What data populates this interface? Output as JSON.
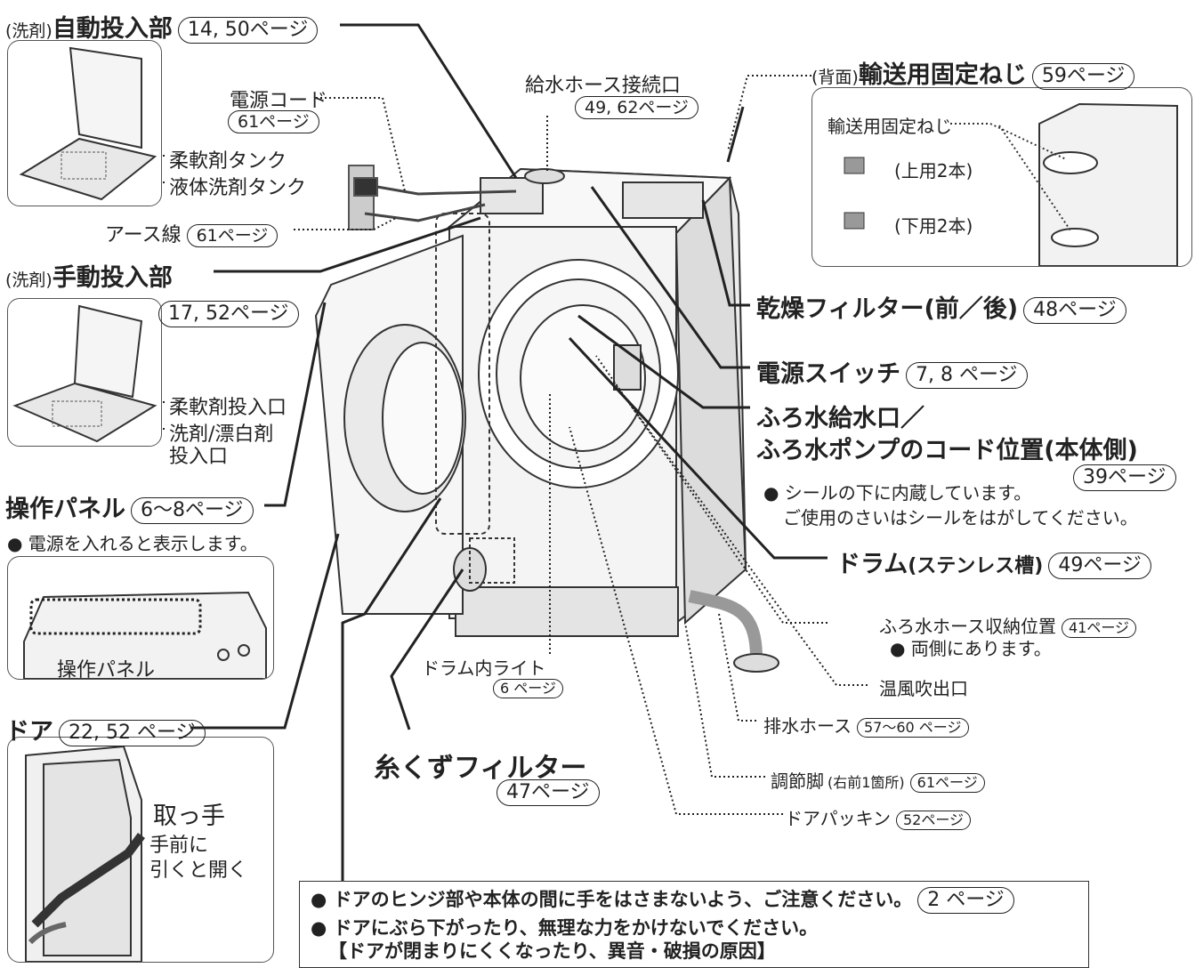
{
  "labels": {
    "auto_dispenser": {
      "prefix": "(洗剤)",
      "title": "自動投入部",
      "ref": "14, 50ページ"
    },
    "auto_softener": "柔軟剤タンク",
    "auto_liquid": "液体洗剤タンク",
    "power_cord": {
      "title": "電源コード",
      "ref": "61ページ"
    },
    "earth_wire": {
      "title": "アース線",
      "ref": "61ページ"
    },
    "water_inlet": {
      "title": "給水ホース接続口",
      "ref": "49, 62ページ"
    },
    "transport_screw": {
      "prefix": "(背面)",
      "title": "輸送用固定ねじ",
      "ref": "59ページ"
    },
    "transport_inner": {
      "title": "輸送用固定ねじ",
      "upper": "(上用2本)",
      "lower": "(下用2本)"
    },
    "manual_dispenser": {
      "prefix": "(洗剤)",
      "title": "手動投入部",
      "ref": "17, 52ページ"
    },
    "manual_softener": "柔軟剤投入口",
    "manual_detergent_1": "洗剤/漂白剤",
    "manual_detergent_2": "投入口",
    "control_panel": {
      "title": "操作パネル",
      "ref": "6〜8ページ",
      "note": "● 電源を入れると表示します。",
      "inset_label": "操作パネル"
    },
    "door": {
      "title": "ドア",
      "ref": "22, 52 ページ",
      "handle": "取っ手",
      "open_1": "手前に",
      "open_2": "引くと開く"
    },
    "dry_filter": {
      "title": "乾燥フィルター(前／後)",
      "ref": "48ページ"
    },
    "power_switch": {
      "title": "電源スイッチ",
      "ref": "7, 8 ページ"
    },
    "bath_inlet": {
      "title_1": "ふろ水給水口／",
      "title_2": "ふろ水ポンプのコード位置(本体側)",
      "note_1": "● シールの下に内蔵しています。",
      "ref": "39ページ",
      "note_2": "ご使用のさいはシールをはがしてください。"
    },
    "drum": {
      "title": "ドラム",
      "sub": "(ステンレス槽)",
      "ref": "49ページ"
    },
    "bath_hose": {
      "title": "ふろ水ホース収納位置",
      "ref": "41ページ",
      "note": "● 両側にあります。"
    },
    "warm_air": "温風吹出口",
    "drain_hose": {
      "title": "排水ホース",
      "ref": "57〜60 ページ"
    },
    "adjust_foot": {
      "title": "調節脚",
      "sub": "(右前1箇所)",
      "ref": "61ページ"
    },
    "door_packing": {
      "title": "ドアパッキン",
      "ref": "52ページ"
    },
    "drum_light": {
      "title": "ドラム内ライト",
      "ref": "6 ページ"
    },
    "lint_filter": {
      "title": "糸くずフィルター",
      "ref": "47ページ"
    }
  },
  "notice": {
    "line1": "● ドアのヒンジ部や本体の間に手をはさまないよう、ご注意ください。",
    "line1_ref": "2 ページ",
    "line2": "● ドアにぶら下がったり、無理な力をかけないでください。",
    "line3": "【ドアが閉まりにくくなったり、異音・破損の原因】"
  }
}
